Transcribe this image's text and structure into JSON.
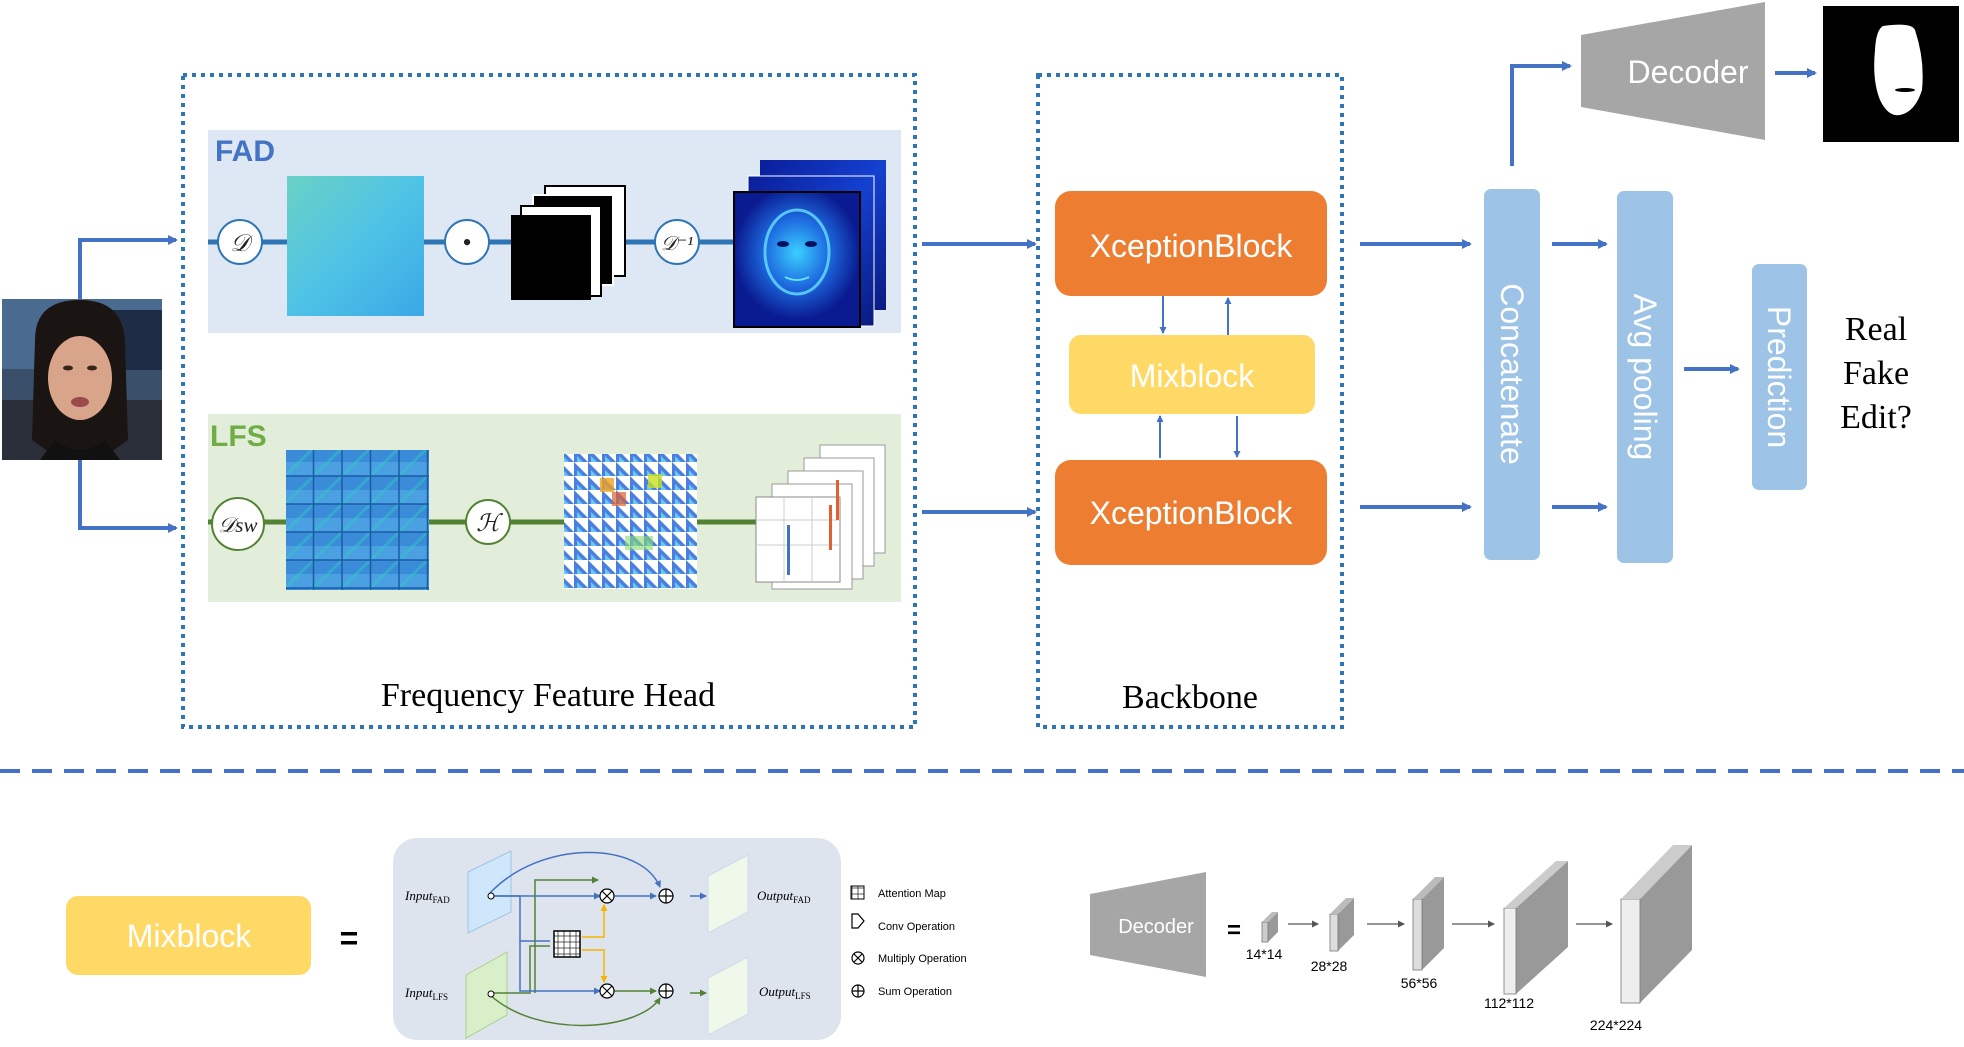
{
  "fad": {
    "title": "FAD",
    "d_op": "𝒟",
    "dot_op": "•",
    "dinv_op": "𝒟⁻¹"
  },
  "lfs": {
    "title": "LFS",
    "dsw_op": "𝒟sw",
    "h_op": "ℋ"
  },
  "frequency_head_label": "Frequency Feature Head",
  "backbone": {
    "label": "Backbone",
    "top_block": "XceptionBlock",
    "mix_block": "Mixblock",
    "bottom_block": "XceptionBlock"
  },
  "concatenate": "Concatenate",
  "avg_pooling": "Avg pooling",
  "prediction": "Prediction",
  "decoder": "Decoder",
  "outputs": [
    "Real",
    "Fake",
    "Edit?"
  ],
  "legend_mix": {
    "mixblock": "Mixblock",
    "equals": "=",
    "input_fad": "Input",
    "input_fad_sub": "FAD",
    "input_lfs": "Input",
    "input_lfs_sub": "LFS",
    "output_fad": "Output",
    "output_fad_sub": "FAD",
    "output_lfs": "Output",
    "output_lfs_sub": "LFS",
    "key": [
      "Attention Map",
      "Conv Operation",
      "Multiply Operation",
      "Sum Operation"
    ]
  },
  "legend_decoder": {
    "decoder": "Decoder",
    "equals": "=",
    "sizes": [
      "14*14",
      "28*28",
      "56*56",
      "112*112",
      "224*224"
    ]
  },
  "colors": {
    "blue_arrow": "#4472c4",
    "dotted_border": "#2e75b6",
    "orange": "#ed7d31",
    "yellow": "#ffd966",
    "light_blue": "#9dc3e6",
    "gray": "#a6a6a6",
    "fad_bg": "#dde8f4",
    "lfs_bg": "#e2eed9",
    "fad_line": "#2e75b6",
    "lfs_line": "#548235"
  }
}
